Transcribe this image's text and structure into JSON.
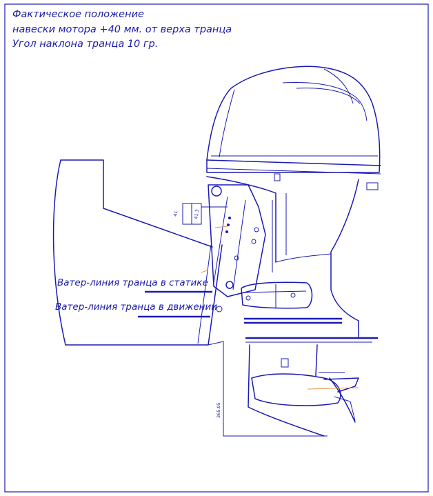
{
  "notes": {
    "line1": "Фактическое положение",
    "line2": "навески мотора +40 мм. от верха транца",
    "line3": "Угол наклона транца 10 гр."
  },
  "waterlines": {
    "static_label": "Ватер-линия транца в статике",
    "moving_label": "Ватер-линия транца в движении"
  },
  "dimensions": {
    "d41": "41",
    "d413": "41.3",
    "d36505": "365.05"
  },
  "colors": {
    "line": "#1a1ab5",
    "text": "#1a1aa8",
    "accent": "#e39a4a"
  }
}
